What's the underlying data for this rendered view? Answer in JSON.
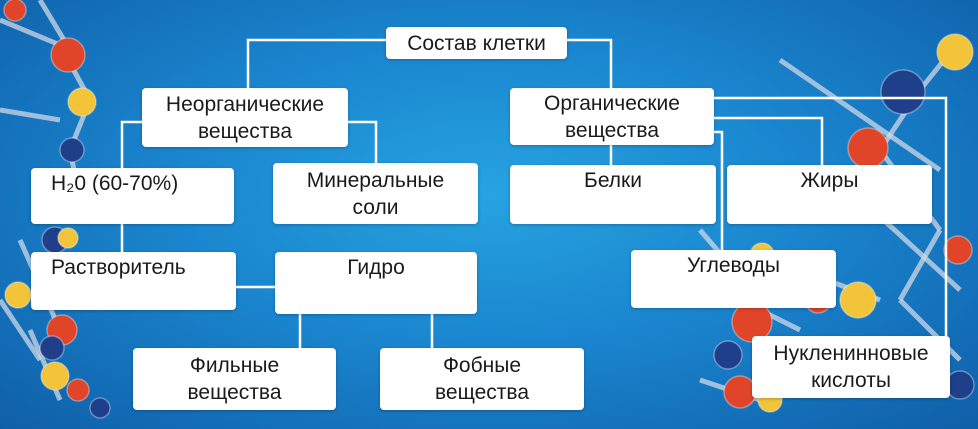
{
  "diagram": {
    "root": "Состав клетки",
    "inorganic": "Неорганические\nвещества",
    "water": "H₂0    (60-70%)",
    "mineral_salts": "Минеральные\nсоли",
    "solvent": "Растворитель",
    "hydro": "Гидро",
    "philic": "Фильные\nвещества",
    "phobic": "Фобные\nвещества",
    "organic": "Органические\nвещества",
    "proteins": "Белки",
    "fats": "Жиры",
    "carbohydrates": "Углеводы",
    "nucleic_acids": "Нукленинновые\nкислоты"
  },
  "colors": {
    "background": "#1a86cf",
    "node_fill": "#ffffff",
    "connector": "#ffffff",
    "molecule_red": "#e0452a",
    "molecule_yellow": "#f2c43a",
    "molecule_blue": "#1f3f8a"
  }
}
